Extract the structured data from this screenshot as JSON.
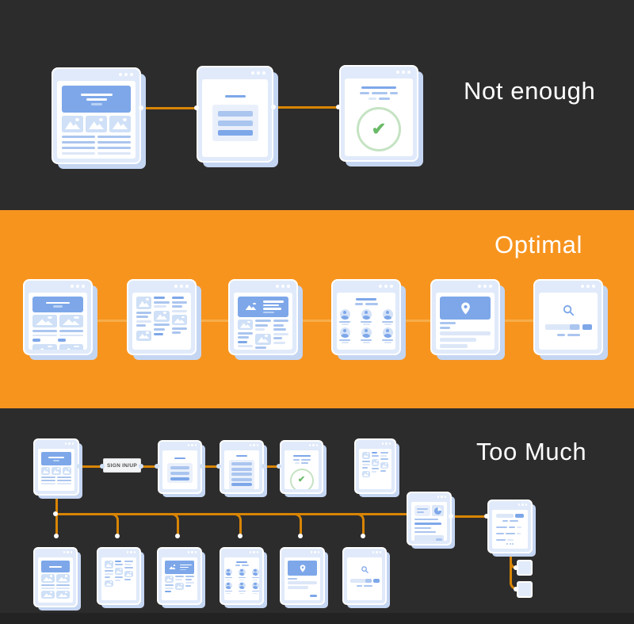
{
  "sections": {
    "not_enough": {
      "label": "Not enough",
      "background": "#2d2c2c",
      "screens": [
        "home",
        "form",
        "confirmation"
      ]
    },
    "optimal": {
      "label": "Optimal",
      "background": "#f7941e",
      "screens": [
        "home",
        "articles",
        "featured-article",
        "team",
        "map",
        "search"
      ]
    },
    "too_much": {
      "label": "Too Much",
      "background": "#2d2c2c",
      "screens": [
        "home",
        "short-form",
        "long-form",
        "confirmation",
        "articles",
        "dashboard",
        "list",
        "home",
        "articles",
        "featured-article",
        "team",
        "map",
        "search",
        "detail-card-1",
        "detail-card-2"
      ]
    }
  },
  "flow_tag": {
    "label": "SIGN IN/UP"
  },
  "colors": {
    "background_dark": "#2d2c2c",
    "background_orange": "#f7941e",
    "connector_on_dark": "#d88504",
    "connector_on_orange": "#f6ad4b",
    "screen_frame": "#e0eafa",
    "screen_stack_shadow": "#c5d6f2",
    "blue_strong": "#7da7e9",
    "blue_mid": "#aac5ef",
    "blue_light": "#dce7f8",
    "green_check": "#6aba68",
    "label_text": "#ffffff"
  },
  "icons": {
    "browser_dots": "three window dots",
    "image_placeholder": "mountain photo glyph",
    "avatar": "person in circle",
    "check": "green check in ring",
    "location_pin": "map pin",
    "search_magnifier": "magnifying glass",
    "pie_chart": "pie wedge circle"
  }
}
